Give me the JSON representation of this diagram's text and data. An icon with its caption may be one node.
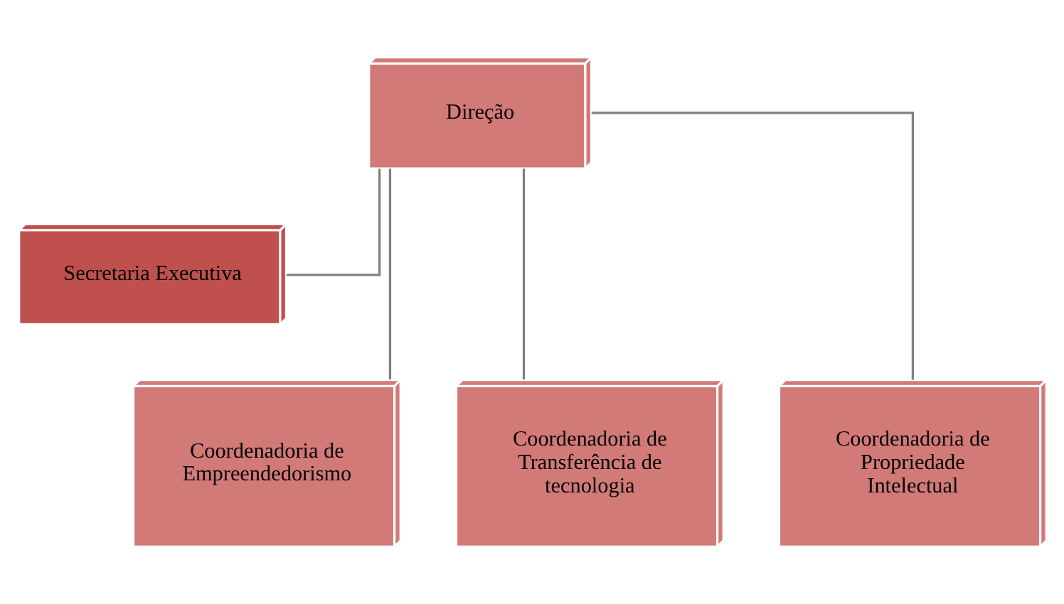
{
  "diagram": {
    "nodes": [
      {
        "text": [
          "Direção"
        ]
      },
      {
        "text": [
          "Secretaria Executiva"
        ]
      },
      {
        "text": [
          "Coordenadoria de Empreendedorismo"
        ]
      },
      {
        "text": [
          "Coordenadoria de Transferência de tecnologia"
        ]
      },
      {
        "text": [
          "Coordenadoria de Propriedade Intelectual"
        ]
      }
    ],
    "edges": [
      {
        "from": 0,
        "to": 1,
        "arrow": "none"
      },
      {
        "from": 0,
        "to": 2,
        "arrow": "none"
      },
      {
        "from": 0,
        "to": 3,
        "arrow": "none"
      },
      {
        "from": 0,
        "to": 4,
        "arrow": "none"
      }
    ]
  }
}
